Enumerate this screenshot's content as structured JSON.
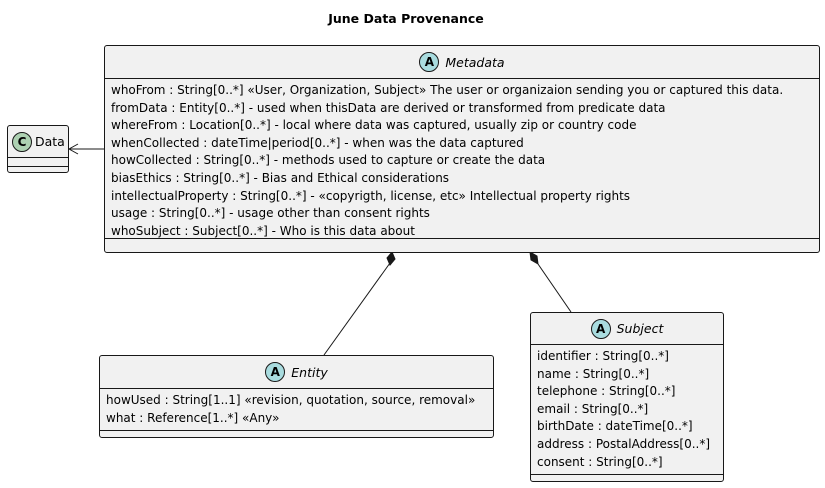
{
  "diagram": {
    "title": "June Data Provenance",
    "colors": {
      "class_fill": "#f1f1f1",
      "border": "#181818",
      "abstract_badge": "#a9dcdf",
      "class_badge": "#add1b2"
    },
    "classes": {
      "data": {
        "badge": "C",
        "name": "Data",
        "attributes": []
      },
      "metadata": {
        "badge": "A",
        "name": "Metadata",
        "attributes": [
          "whoFrom : String[0..*] «User, Organization, Subject» The user or organizaion sending you or captured this data.",
          "fromData : Entity[0..*] - used when thisData are derived or transformed from predicate data",
          "whereFrom : Location[0..*] - local where data was captured, usually zip or country code",
          "whenCollected : dateTime|period[0..*] - when was the data captured",
          "howCollected : String[0..*] - methods used to capture or create the data",
          "biasEthics : String[0..*] - Bias and Ethical considerations",
          "intellectualProperty : String[0..*] - «copyrigth, license, etc» Intellectual property rights",
          "usage : String[0..*] - usage other than consent rights",
          "whoSubject : Subject[0..*] - Who is this data about"
        ]
      },
      "entity": {
        "badge": "A",
        "name": "Entity",
        "attributes": [
          "howUsed : String[1..1] «revision, quotation, source, removal»",
          "what : Reference[1..*] «Any»"
        ]
      },
      "subject": {
        "badge": "A",
        "name": "Subject",
        "attributes": [
          "identifier : String[0..*]",
          "name : String[0..*]",
          "telephone : String[0..*]",
          "email : String[0..*]",
          "birthDate : dateTime[0..*]",
          "address : PostalAddress[0..*]",
          "consent : String[0..*]"
        ]
      }
    },
    "relations": [
      {
        "from": "metadata",
        "to": "data",
        "type": "directed-association"
      },
      {
        "from": "metadata",
        "to": "entity",
        "type": "composition"
      },
      {
        "from": "metadata",
        "to": "subject",
        "type": "composition"
      }
    ]
  }
}
